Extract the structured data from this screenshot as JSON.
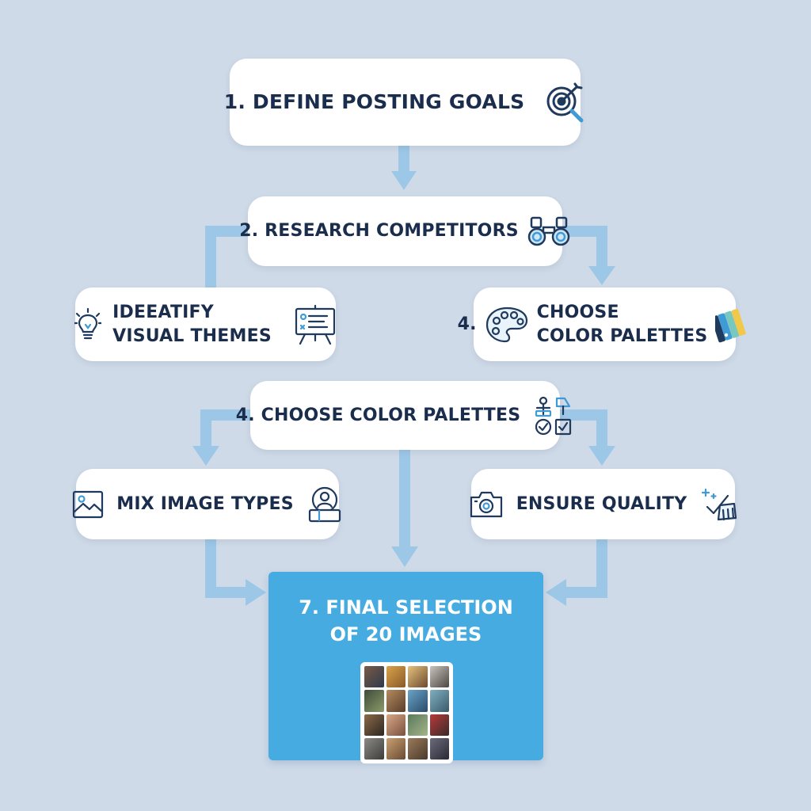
{
  "nodes": {
    "define_goals": {
      "label": "1. DEFINE POSTING GOALS",
      "icon": "target-magnifier-icon"
    },
    "research": {
      "label": "2.  RESEARCH COMPETITORS",
      "icon": "binoculars-icon"
    },
    "themes": {
      "line1": "IDEEATIFY",
      "line2": "VISUAL THEMES",
      "icon_left": "lightbulb-icon",
      "icon_right": "presentation-board-icon"
    },
    "palettes_top": {
      "prefix": "4.",
      "line1": "CHOOSE",
      "line2": "COLOR PALETTES",
      "icon_left": "paint-palette-icon",
      "icon_right": "color-swatches-icon"
    },
    "palettes_mid": {
      "label": "4. CHOOSE COLOR PALETTES",
      "icon": "flow-checklist-icon"
    },
    "mix_types": {
      "label": "MIX IMAGE TYPES",
      "icon_left": "image-icon",
      "icon_right": "profile-photo-icon"
    },
    "quality": {
      "label": "ENSURE QUALITY",
      "icon_left": "camera-icon",
      "icon_right": "clean-brush-icon"
    },
    "final": {
      "line1": "7. FINAL SELECTION",
      "line2": "OF 20 IMAGES",
      "icon": "photo-grid-icon"
    }
  },
  "colors": {
    "background": "#cfdae8",
    "node_fill": "#ffffff",
    "text": "#1b2d4d",
    "connector": "#9dc7e6",
    "final_fill": "#45abe0",
    "icon_stroke": "#1f3a5c",
    "icon_accent": "#3f9ad6"
  }
}
